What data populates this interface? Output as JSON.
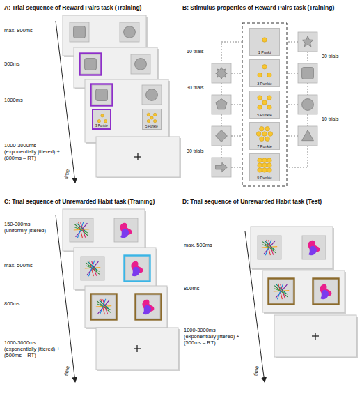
{
  "diagram": {
    "nodes": [
      {
        "text": [
          "3 Punkte"
        ]
      },
      {
        "text": [
          "5 Punkte"
        ]
      },
      {
        "text": [
          "1 Punkt"
        ]
      },
      {
        "text": [
          "3 Punkte"
        ]
      },
      {
        "text": [
          "5 Punkte"
        ]
      },
      {
        "text": [
          "7 Punkte"
        ]
      },
      {
        "text": [
          "9 Punkte"
        ]
      }
    ],
    "labels": [
      "A: Trial sequence of Reward Pairs task (Training)",
      "B: Stimulus properties of Reward Pairs task (Training)",
      "max. 800ms",
      "500ms",
      "1000ms",
      "1000-3000ms (exponentially jittered) + (800ms – RT)",
      "time",
      "10 trials",
      "30 trials",
      "30 trials",
      "10 trials",
      "30 trials",
      "C: Trial sequence of Unrewarded Habit task (Training)",
      "150-300ms (uniformly jittered)",
      "max. 500ms",
      "800ms",
      "1000-3000ms (exponentially jittered) + (500ms – RT)",
      "time",
      "D: Trial sequence of Unrewarded Habit task (Test)",
      "max. 500ms",
      "800ms",
      "1000-3000ms (exponentially jittered) + (500ms – RT)",
      "time"
    ]
  }
}
